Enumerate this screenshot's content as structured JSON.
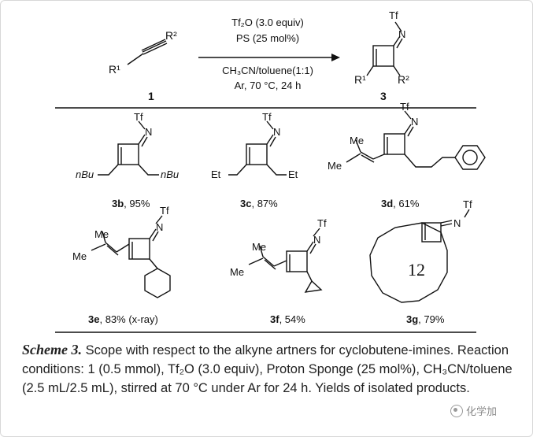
{
  "scheme": {
    "r1": "R¹",
    "r2": "R²",
    "tf": "Tf",
    "n": "N",
    "compound_1": "1",
    "compound_3": "3",
    "conditions": [
      "Tf₂O (3.0 equiv)",
      "PS (25 mol%)",
      "CH₃CN/toluene(1:1)",
      "Ar, 70 °C, 24 h"
    ],
    "products": [
      {
        "id": "3b",
        "yield": ", 95%",
        "subst": "nBu"
      },
      {
        "id": "3c",
        "yield": ", 87%",
        "subst": "Et"
      },
      {
        "id": "3d",
        "yield": ", 61%",
        "subst": "Me"
      },
      {
        "id": "3e",
        "yield": ", 83% (x-ray)",
        "subst": "Me"
      },
      {
        "id": "3f",
        "yield": ", 54%",
        "subst": "Me"
      },
      {
        "id": "3g",
        "yield": ", 79%",
        "ring": "12"
      }
    ]
  },
  "caption": {
    "title": "Scheme 3.",
    "body": " Scope with respect to the alkyne artners for cyclobutene-imines. Reaction conditions: 1 (0.5 mmol), Tf₂O (3.0 equiv), Proton Sponge (25 mol%), CH₃CN/toluene (2.5 mL/2.5 mL), stirred at 70 °C under Ar for 24 h. Yields of isolated products."
  },
  "watermark": "化学加"
}
